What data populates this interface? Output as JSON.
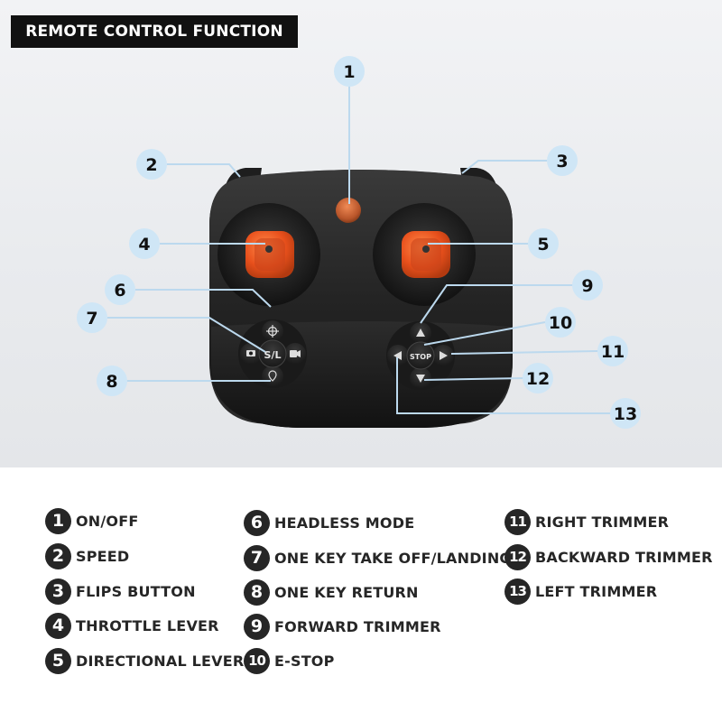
{
  "title": "REMOTE CONTROL FUNCTION",
  "callouts": [
    "1",
    "2",
    "3",
    "4",
    "5",
    "6",
    "7",
    "8",
    "9",
    "10",
    "11",
    "12",
    "13"
  ],
  "buttons": {
    "sl": "S/L",
    "stop": "STOP"
  },
  "legend": [
    {
      "num": "1",
      "label": "ON/OFF"
    },
    {
      "num": "2",
      "label": "SPEED"
    },
    {
      "num": "3",
      "label": "FLIPS BUTTON"
    },
    {
      "num": "4",
      "label": "THROTTLE LEVER"
    },
    {
      "num": "5",
      "label": "DIRECTIONAL LEVER"
    },
    {
      "num": "6",
      "label": "HEADLESS MODE"
    },
    {
      "num": "7",
      "label": "ONE KEY TAKE OFF/LANDING"
    },
    {
      "num": "8",
      "label": "ONE KEY RETURN"
    },
    {
      "num": "9",
      "label": "FORWARD TRIMMER"
    },
    {
      "num": "10",
      "label": "E-STOP"
    },
    {
      "num": "11",
      "label": "RIGHT TRIMMER"
    },
    {
      "num": "12",
      "label": "BACKWARD TRIMMER"
    },
    {
      "num": "13",
      "label": "LEFT TRIMMER"
    }
  ],
  "colors": {
    "accent_orange": "#e8501c",
    "controller_body": "#262626",
    "callout_fill": "#cfe6f6",
    "leader_line": "#bcd9ee",
    "badge": "#262626"
  }
}
